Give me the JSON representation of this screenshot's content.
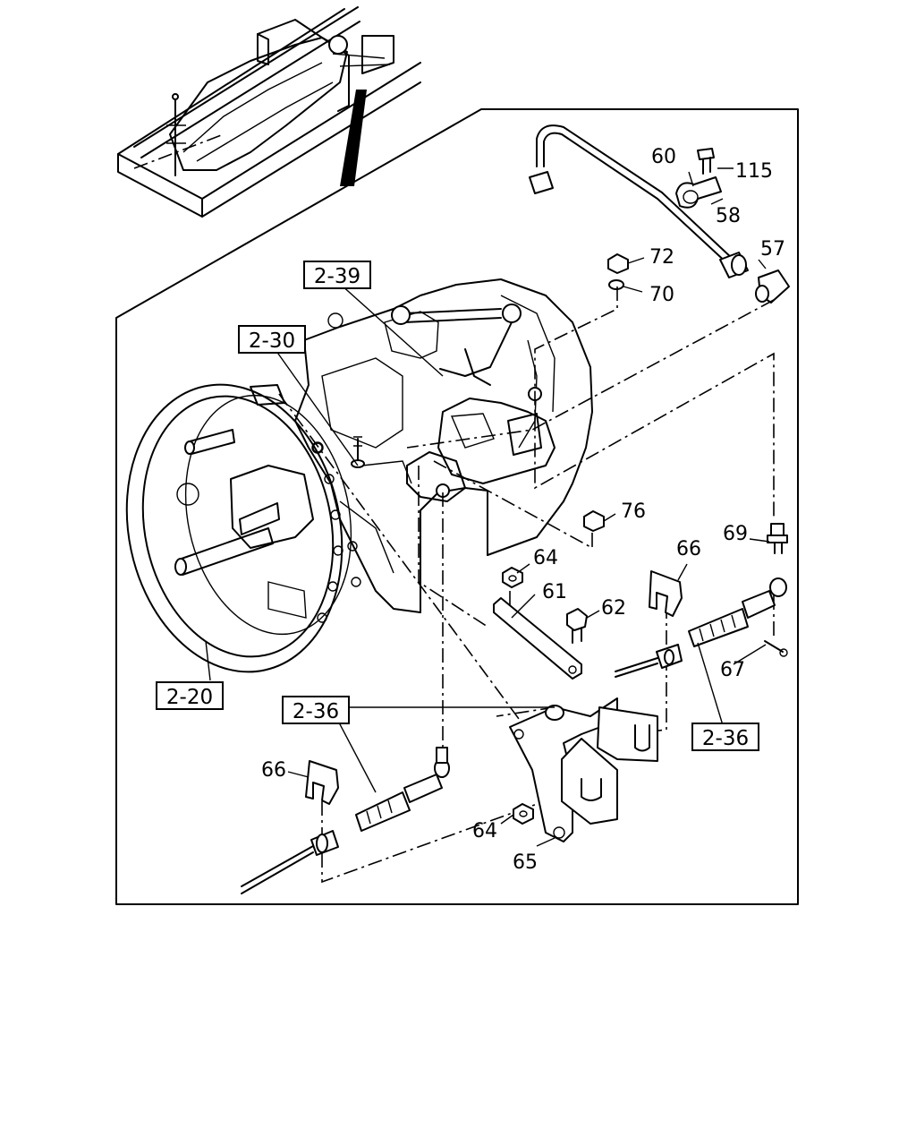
{
  "part_labels": {
    "p60": "60",
    "p115": "115",
    "p58": "58",
    "p57": "57",
    "p72": "72",
    "p70": "70",
    "p76": "76",
    "p64a": "64",
    "p61": "61",
    "p62": "62",
    "p66a": "66",
    "p69": "69",
    "p67": "67",
    "p66b": "66",
    "p64b": "64",
    "p65": "65"
  },
  "section_refs": {
    "r239": "2-39",
    "r230": "2-30",
    "r220": "2-20",
    "r236a": "2-36",
    "r236b": "2-36"
  }
}
